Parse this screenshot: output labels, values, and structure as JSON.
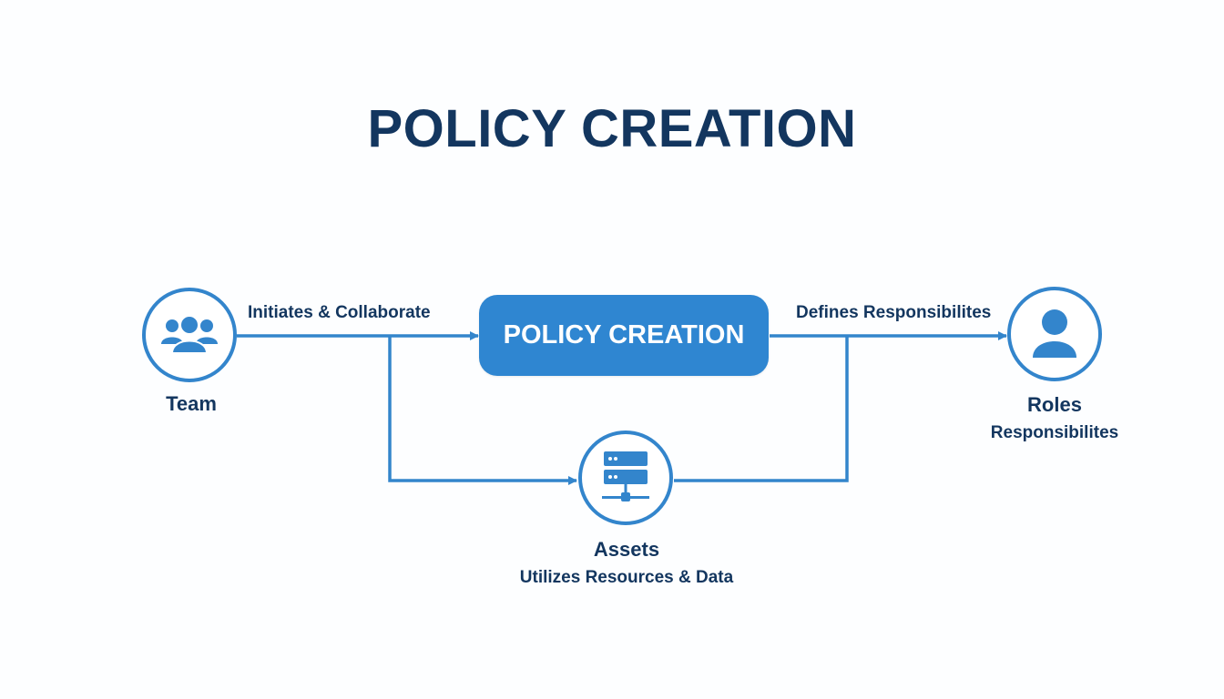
{
  "title": "POLICY CREATION",
  "colors": {
    "background": "#fdfeff",
    "title_text": "#13365f",
    "accent_blue": "#3385cc",
    "center_box_fill": "#2f86d1",
    "center_box_text": "#ffffff"
  },
  "center_node": {
    "label": "POLICY CREATION"
  },
  "nodes": {
    "team": {
      "name": "Team",
      "icon": "group-users-icon"
    },
    "roles": {
      "name": "Roles",
      "subtitle": "Responsibilites",
      "icon": "single-user-icon"
    },
    "assets": {
      "name": "Assets",
      "subtitle": "Utilizes Resources & Data",
      "icon": "server-database-icon"
    }
  },
  "edges": {
    "team_to_policy": "Initiates & Collaborate",
    "policy_to_roles": "Defines Responsibilites"
  }
}
